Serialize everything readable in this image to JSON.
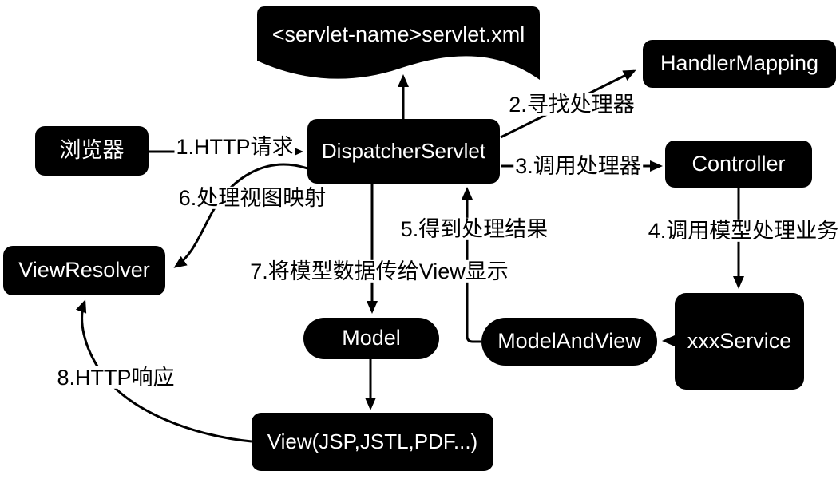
{
  "diagram": {
    "type": "flow-diagram",
    "colors": {
      "node_fill": "#000000",
      "node_text": "#ffffff",
      "line": "#000000",
      "background": "#ffffff"
    },
    "nodes": {
      "config": {
        "label": "<servlet-name>servlet.xml",
        "shape": "document"
      },
      "browser": {
        "label": "浏览器",
        "shape": "rounded-rect"
      },
      "dispatcher": {
        "label": "DispatcherServlet",
        "shape": "rounded-rect"
      },
      "handler_mapping": {
        "label": "HandlerMapping",
        "shape": "rounded-rect"
      },
      "controller": {
        "label": "Controller",
        "shape": "rounded-rect"
      },
      "view_resolver": {
        "label": "ViewResolver",
        "shape": "rounded-rect"
      },
      "model": {
        "label": "Model",
        "shape": "stadium"
      },
      "model_and_view": {
        "label": "ModelAndView",
        "shape": "stadium"
      },
      "xxx_service": {
        "label": "xxxService",
        "shape": "rounded-rect"
      },
      "view": {
        "label": "View(JSP,JSTL,PDF...)",
        "shape": "rounded-rect"
      }
    },
    "edges": {
      "e1": {
        "label": "1.HTTP请求",
        "from": "browser",
        "to": "dispatcher"
      },
      "e2": {
        "label": "2.寻找处理器",
        "from": "dispatcher",
        "to": "handler_mapping"
      },
      "e3": {
        "label": "3.调用处理器",
        "from": "dispatcher",
        "to": "controller"
      },
      "e4": {
        "label": "4.调用模型处理业务",
        "from": "controller",
        "to": "xxx_service"
      },
      "e5": {
        "label": "5.得到处理结果",
        "from": "model_and_view",
        "to": "dispatcher"
      },
      "e6": {
        "label": "6.处理视图映射",
        "from": "dispatcher",
        "to": "view_resolver"
      },
      "e7": {
        "label": "7.将模型数据传给View显示",
        "from": "dispatcher",
        "to": "model"
      },
      "e8": {
        "label": "8.HTTP响应",
        "from": "view",
        "to": "view_resolver"
      },
      "config_lookup": {
        "label": "",
        "from": "dispatcher",
        "to": "config"
      },
      "service_to_mav": {
        "label": "",
        "from": "xxx_service",
        "to": "model_and_view"
      },
      "model_to_view": {
        "label": "",
        "from": "model",
        "to": "view"
      }
    }
  }
}
